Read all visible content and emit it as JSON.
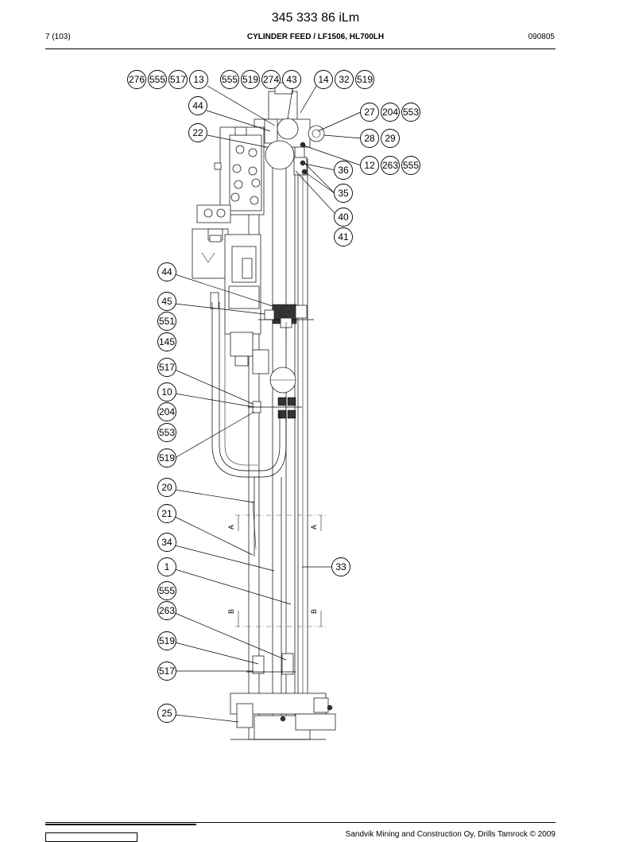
{
  "header": {
    "doc_number": "345 333 86 iLm",
    "page": "7 (103)",
    "title": "CYLINDER FEED / LF1506, HL700LH",
    "date_code": "090805"
  },
  "footer": {
    "copyright": "Sandvik Mining and Construction Oy, Drills Tamrock © 2009"
  },
  "section_labels": {
    "a": "A",
    "b": "B"
  },
  "callouts": [
    {
      "id": "c276",
      "label": "276"
    },
    {
      "id": "c555a",
      "label": "555"
    },
    {
      "id": "c517a",
      "label": "517"
    },
    {
      "id": "c13",
      "label": "13"
    },
    {
      "id": "c555b",
      "label": "555"
    },
    {
      "id": "c519a",
      "label": "519"
    },
    {
      "id": "c274",
      "label": "274"
    },
    {
      "id": "c43",
      "label": "43"
    },
    {
      "id": "c14",
      "label": "14"
    },
    {
      "id": "c32",
      "label": "32"
    },
    {
      "id": "c519b",
      "label": "519"
    },
    {
      "id": "c44a",
      "label": "44"
    },
    {
      "id": "c27",
      "label": "27"
    },
    {
      "id": "c204a",
      "label": "204"
    },
    {
      "id": "c553a",
      "label": "553"
    },
    {
      "id": "c22",
      "label": "22"
    },
    {
      "id": "c28",
      "label": "28"
    },
    {
      "id": "c29",
      "label": "29"
    },
    {
      "id": "c12",
      "label": "12"
    },
    {
      "id": "c263a",
      "label": "263"
    },
    {
      "id": "c555c",
      "label": "555"
    },
    {
      "id": "c36",
      "label": "36"
    },
    {
      "id": "c35",
      "label": "35"
    },
    {
      "id": "c40",
      "label": "40"
    },
    {
      "id": "c41",
      "label": "41"
    },
    {
      "id": "c44b",
      "label": "44"
    },
    {
      "id": "c45",
      "label": "45"
    },
    {
      "id": "c551",
      "label": "551"
    },
    {
      "id": "c145",
      "label": "145"
    },
    {
      "id": "c517b",
      "label": "517"
    },
    {
      "id": "c10",
      "label": "10"
    },
    {
      "id": "c204b",
      "label": "204"
    },
    {
      "id": "c553b",
      "label": "553"
    },
    {
      "id": "c519c",
      "label": "519"
    },
    {
      "id": "c20",
      "label": "20"
    },
    {
      "id": "c21",
      "label": "21"
    },
    {
      "id": "c34",
      "label": "34"
    },
    {
      "id": "c33",
      "label": "33"
    },
    {
      "id": "c1",
      "label": "1"
    },
    {
      "id": "c555d",
      "label": "555"
    },
    {
      "id": "c263b",
      "label": "263"
    },
    {
      "id": "c519d",
      "label": "519"
    },
    {
      "id": "c517c",
      "label": "517"
    },
    {
      "id": "c25",
      "label": "25"
    }
  ]
}
